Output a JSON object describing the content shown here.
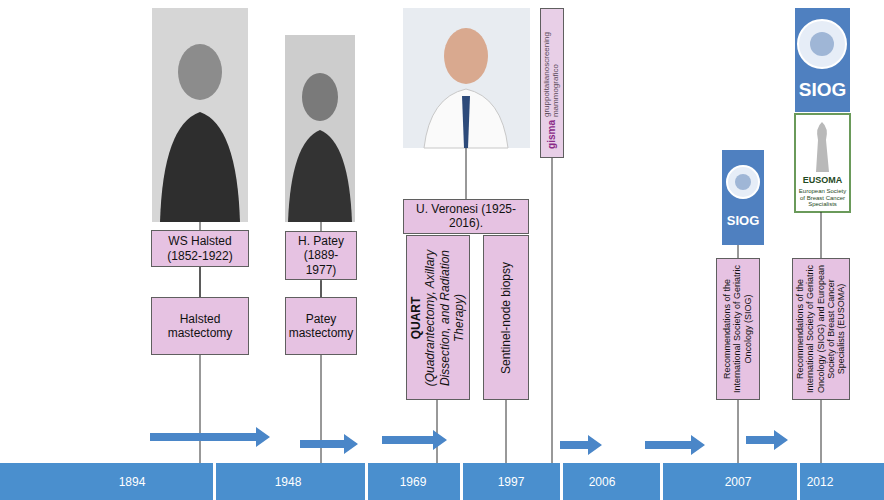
{
  "diagram": {
    "nodes": [
      {
        "text": [
          "WS Halsted (1852-1922)"
        ]
      },
      {
        "text": [
          "Halsted mastectomy"
        ]
      },
      {
        "text": [
          "H. Patey (1889-1977)"
        ]
      },
      {
        "text": [
          "Patey mastectomy"
        ]
      },
      {
        "text": [
          "U. Veronesi (1925-2016)."
        ]
      },
      {
        "text": [
          "QUART",
          "(Quadrantectomy, Axillary Dissection, and Radiation Therapy)"
        ]
      },
      {
        "text": [
          "Sentinel-node biopsy"
        ]
      },
      {
        "text": [
          "gisma",
          "gruppoitalianoscreening mammografico"
        ]
      },
      {
        "text": [
          "Recommendations of the International Society of Geriatric Oncology (SIOG)"
        ]
      },
      {
        "text": [
          "Recommendations of the International Society of Geriatric Oncology (SIOG) and European Society of Breast Cancer Specialists (EUSOMA)"
        ]
      }
    ],
    "edges": [
      {
        "from": 0,
        "to": 1,
        "arrow": "none"
      },
      {
        "from": 2,
        "to": 3,
        "arrow": "none"
      }
    ],
    "labels": [
      "1894",
      "1948",
      "1969",
      "1997",
      "2006",
      "2007",
      "2012",
      "SIOG",
      "SIOG",
      "EUSOMA",
      "European Society of Breast Cancer Specialists"
    ]
  }
}
